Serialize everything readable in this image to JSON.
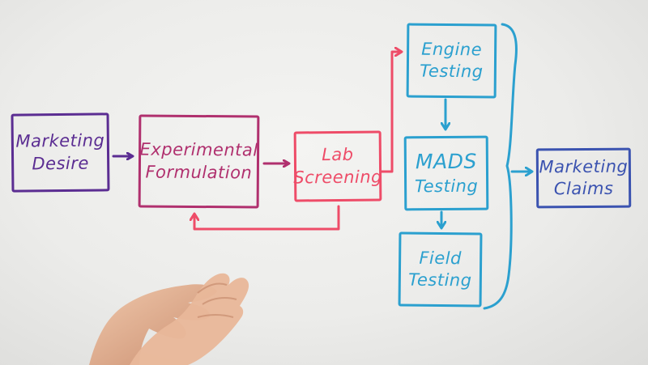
{
  "nodes": {
    "marketing_desire": {
      "line1": "Marketing",
      "line2": "Desire"
    },
    "experimental_formulation": {
      "line1": "Experimental",
      "line2": "Formulation"
    },
    "lab_screening": {
      "line1": "Lab",
      "line2": "Screening"
    },
    "engine_testing": {
      "line1": "Engine",
      "line2": "Testing"
    },
    "mads_testing": {
      "line1": "MADS",
      "line2": "Testing"
    },
    "field_testing": {
      "line1": "Field",
      "line2": "Testing"
    },
    "marketing_claims": {
      "line1": "Marketing",
      "line2": "Claims"
    }
  },
  "colors": {
    "purple": "#5b2d92",
    "magenta": "#b0306e",
    "coral": "#ee4c68",
    "cyan": "#2ba0cf",
    "blue": "#3b53b0",
    "board": "#ececea",
    "skin": "#e8b89a"
  }
}
